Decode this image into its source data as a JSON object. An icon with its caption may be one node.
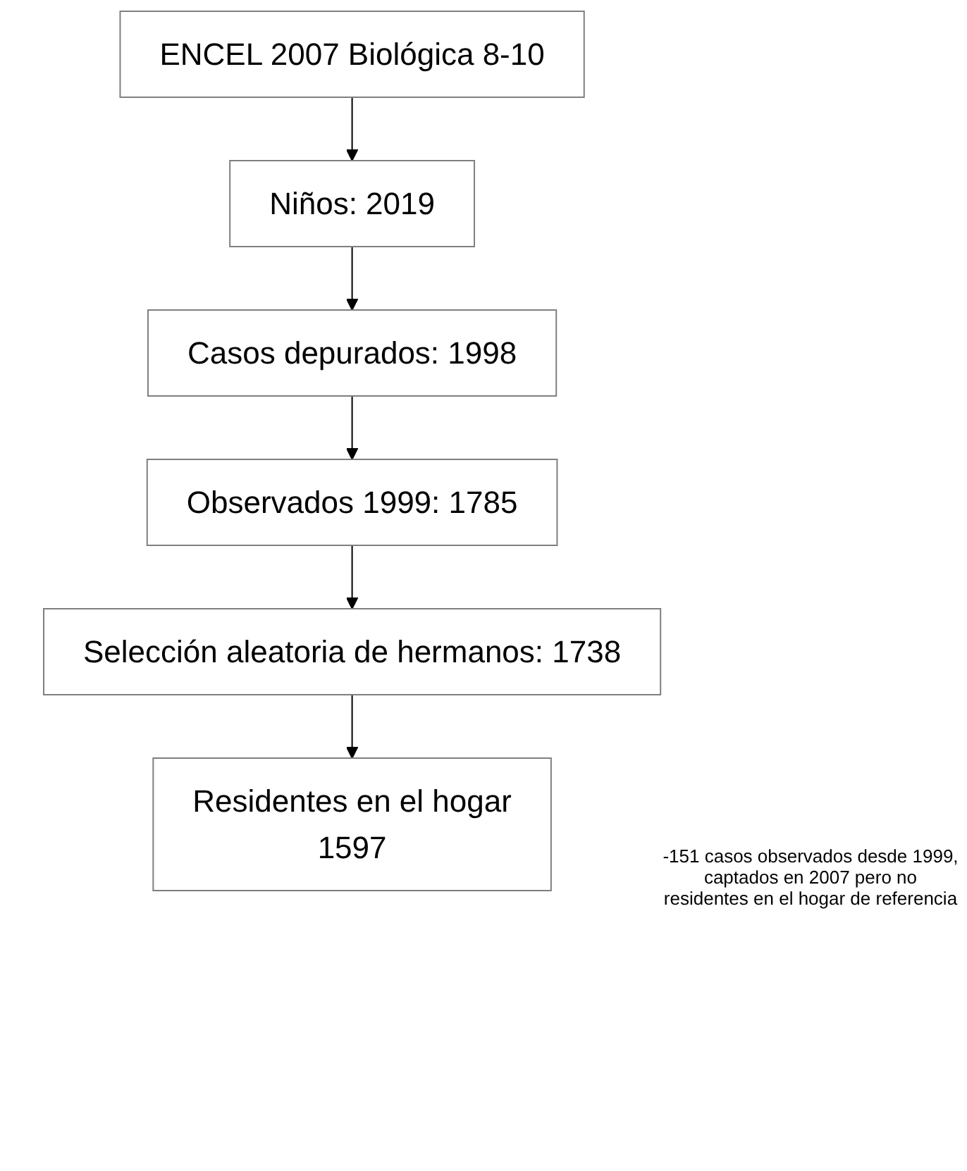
{
  "diagram": {
    "nodes": [
      {
        "text": [
          "ENCEL 2007 Biológica 8-10"
        ]
      },
      {
        "text": [
          "Niños: 2019"
        ]
      },
      {
        "text": [
          "Casos depurados: 1998"
        ]
      },
      {
        "text": [
          "Observados 1999: 1785"
        ]
      },
      {
        "text": [
          "Selección aleatoria de hermanos: 1738"
        ]
      },
      {
        "text": [
          "Residentes en el hogar",
          "1597"
        ]
      }
    ],
    "edges": [
      {
        "from": 0,
        "to": 1,
        "arrow": "to"
      },
      {
        "from": 1,
        "to": 2,
        "arrow": "to"
      },
      {
        "from": 2,
        "to": 3,
        "arrow": "to"
      },
      {
        "from": 3,
        "to": 4,
        "arrow": "to"
      },
      {
        "from": 4,
        "to": 5,
        "arrow": "to"
      }
    ],
    "labels": [
      "-151 casos observados desde 1999, captados en 2007 pero no residentes en el hogar de referencia"
    ]
  }
}
